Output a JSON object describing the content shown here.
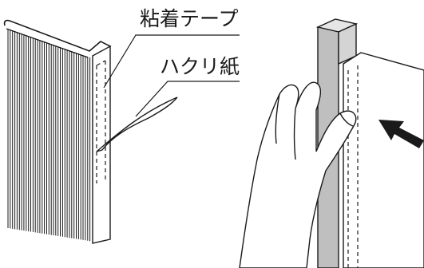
{
  "labels": {
    "adhesive_tape": "粘着テープ",
    "release_paper": "ハクリ紙"
  },
  "colors": {
    "ink": "#1a1a1a",
    "frame_fill": "#bfbfbf",
    "frame_top": "#e6e6e6",
    "background": "#ffffff"
  },
  "icons": {
    "left": "pleated-filter-with-tape-illustration",
    "right": "hand-pressing-filter-onto-frame-illustration",
    "arrow": "press-direction-arrow-icon"
  }
}
